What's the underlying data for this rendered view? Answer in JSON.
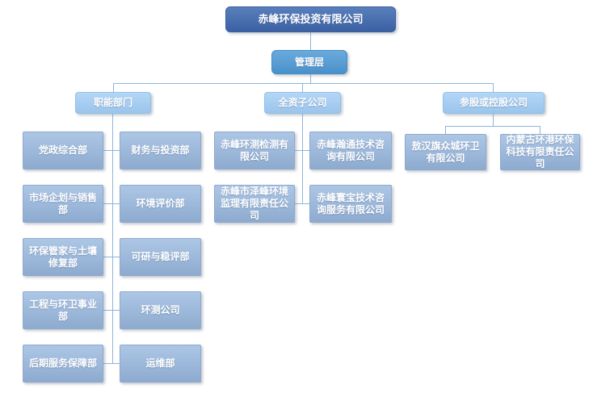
{
  "org": {
    "root": "赤峰环保投资有限公司",
    "management": "管理层",
    "branches": [
      {
        "label": "职能部门",
        "children": [
          "党政综合部",
          "财务与投资部",
          "市场企划与销售部",
          "环境评价部",
          "环保管家与土壤修复部",
          "可研与稳评部",
          "工程与环卫事业部",
          "环测公司",
          "后期服务保障部",
          "运维部"
        ]
      },
      {
        "label": "全资子公司",
        "children": [
          "赤峰环测检测有限公司",
          "赤峰瀚通技术咨询有限公司",
          "赤峰市泽峰环境监理有限责任公司",
          "赤峰寰宝技术咨询服务有限公司"
        ]
      },
      {
        "label": "参股或控股公司",
        "children": [
          "敖汉旗众城环卫有限公司",
          "内蒙古环港环保科技有限责任公司"
        ]
      }
    ]
  },
  "colors": {
    "root_fill": "#3F69B1",
    "management_fill": "#4E9AD6",
    "branch_fill": "#9FCBF3",
    "child_fill": "#98B8DF",
    "connector": "#8FB4DC"
  }
}
